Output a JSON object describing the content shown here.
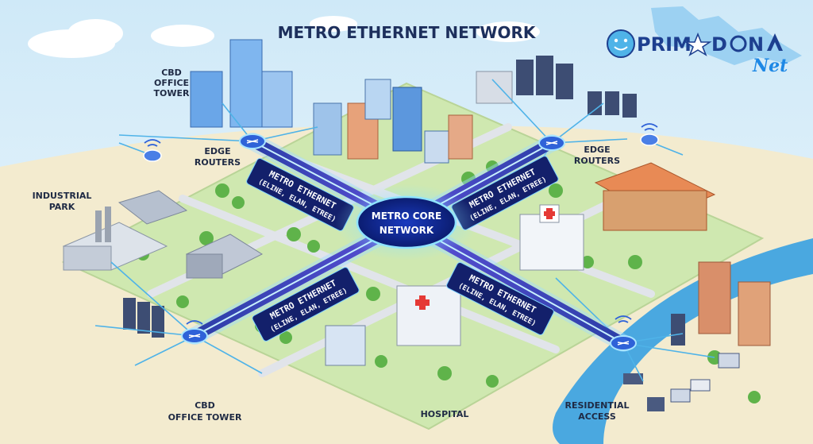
{
  "title": "METRO ETHERNET NETWORK",
  "logo": {
    "part1": "PRIM",
    "part2": "D",
    "part3": "N",
    "net": "Net"
  },
  "core": {
    "line1": "METRO CORE",
    "line2": "NETWORK"
  },
  "links": [
    {
      "line1": "METRO ETHERNET",
      "line2": "(ELINE, ELAN, ETREE)"
    },
    {
      "line1": "METRO ETHERNET",
      "line2": "(ELINE, ELAN, ETREE)"
    },
    {
      "line1": "METRO ETHERNET",
      "line2": "(ELINE, ELAN, ETREE)"
    },
    {
      "line1": "METRO ETHERNET",
      "line2": "(ELINE, ELAN, ETREE)"
    }
  ],
  "sites": {
    "cbd_top": {
      "line1": "CBD",
      "line2": "OFFICE",
      "line3": "TOWER"
    },
    "edge_left": {
      "line1": "EDGE",
      "line2": "ROUTERS"
    },
    "edge_right": {
      "line1": "EDGE",
      "line2": "ROUTERS"
    },
    "industrial": {
      "line1": "INDUSTRIAL",
      "line2": "PARK"
    },
    "cbd_bottom": {
      "line1": "CBD",
      "line2": "OFFICE TOWER"
    },
    "hospital": {
      "line1": "HOSPITAL"
    },
    "residential": {
      "line1": "RESIDENTIAL",
      "line2": "ACCESS"
    }
  },
  "colors": {
    "sky": "#d9eef9",
    "ground": "#f4ecd0",
    "grass": "#b8de8a",
    "road": "#d9dde3",
    "backbone": "#3b5bdb",
    "glow": "#7fd3ff",
    "river": "#4aa8e0",
    "core": "#0b1d6e"
  }
}
